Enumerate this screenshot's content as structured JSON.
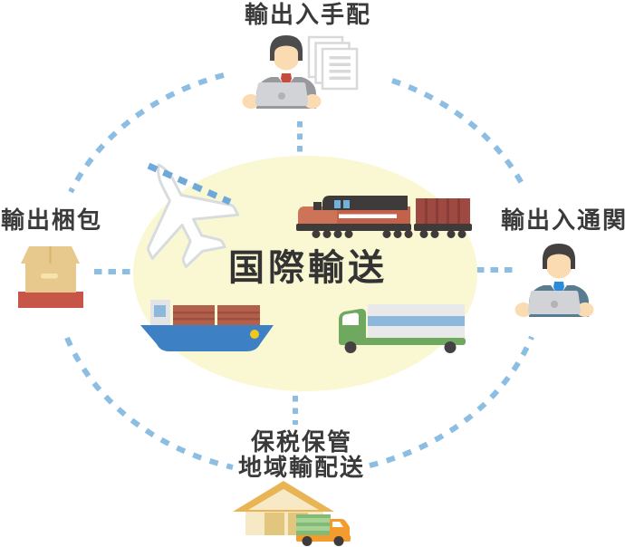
{
  "center": {
    "title": "国際輸送",
    "icons": [
      "airplane-icon",
      "freight-train-icon",
      "cargo-ship-icon",
      "truck-icon"
    ]
  },
  "nodes": {
    "top": {
      "label": "輸出入手配",
      "icons": [
        "office-worker-laptop-icon",
        "documents-icon"
      ]
    },
    "right": {
      "label": "輸出入通関",
      "icons": [
        "customs-officer-laptop-icon"
      ]
    },
    "bottom": {
      "label_line1": "保税保管",
      "label_line2": "地域輸配送",
      "icons": [
        "warehouse-icon",
        "delivery-truck-icon"
      ]
    },
    "left": {
      "label": "輸出梱包",
      "icons": [
        "cardboard-box-icon"
      ]
    }
  },
  "colors": {
    "dash_blue": "#8cbde3",
    "trail_blue": "#6ea9d9",
    "center_bg": "#faf7d3",
    "label_text": "#3a3a3a",
    "title_text": "#333333",
    "plane_fill": "#ffffff",
    "plane_outline": "#d9dcde",
    "dark": "#3f3b3a",
    "train_red": "#c4614b",
    "train_red_light": "#cd7357",
    "wagon_red": "#9e4a42",
    "wagon_ridge": "#8a3c36",
    "window_blue": "#6fb3dc",
    "ship_blue": "#3d80c4",
    "cabin_gray": "#e3e4e6",
    "pale_blue": "#8cb8dc",
    "container_red": "#b2604c",
    "container_line": "#9e4f40",
    "porthole_yellow": "#f2c71c",
    "truck_green": "#6fa85f",
    "cargo_gray": "#e9e9e9",
    "wheel_dark": "#454043",
    "skin": "#fbdcb2",
    "hair_gray": "#4c4c4c",
    "hair_dark": "#454140",
    "suit_gray": "#97999d",
    "suit_blue": "#587d93",
    "tie_red": "#c74b3c",
    "tie_blue": "#2a8ddb",
    "laptop_gray": "#d2d3d6",
    "laptop_dot": "#b2b3b6",
    "doc_line": "#d9d9d9",
    "box_tan": "#e7c88d",
    "box_seam": "#d8b470",
    "box_label": "#f7e3ad",
    "pallet_red": "#c75648",
    "wall_cream": "#f7e9c5",
    "roof_orange": "#e9b453",
    "door_tan": "#e2c67e",
    "mini_orange": "#f39b2d",
    "mini_green": "#84ba77",
    "mini_green_light": "#a6d294"
  }
}
